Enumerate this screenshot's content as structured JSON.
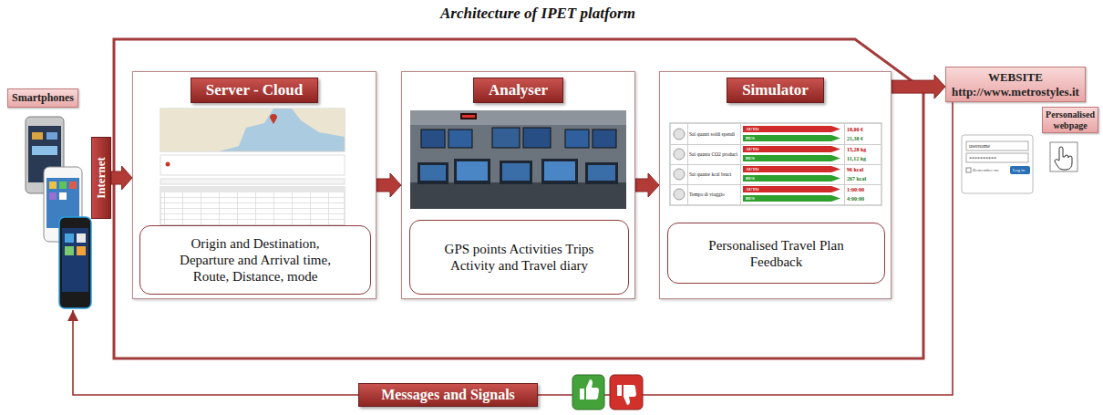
{
  "diagram": {
    "title": "Architecture of IPET platform",
    "nodes": [
      {
        "text": [
          "Smartphones"
        ]
      },
      {
        "text": [
          "Internet"
        ]
      },
      {
        "text": [
          "Server - Cloud"
        ]
      },
      {
        "text": [
          "Origin and Destination, Departure and Arrival time, Route, Distance, mode"
        ],
        "in": 2
      },
      {
        "text": [
          "Analyser"
        ]
      },
      {
        "text": [
          "GPS points Activities Trips Activity and Travel diary"
        ],
        "in": 4
      },
      {
        "text": [
          "Simulator"
        ]
      },
      {
        "text": [
          "Personalised Travel Plan Feedback"
        ],
        "in": 6
      },
      {
        "text": [
          "WEBSITE http://www.metrostyles.it"
        ]
      },
      {
        "text": [
          "Personalised webpage"
        ]
      },
      {
        "text": [
          "Messages and Signals"
        ]
      }
    ],
    "edges": [
      {
        "from": 1,
        "to": 2,
        "arrow": "to"
      },
      {
        "from": 2,
        "to": 4,
        "arrow": "to"
      },
      {
        "from": 4,
        "to": 6,
        "arrow": "to"
      },
      {
        "from": 6,
        "to": 8,
        "arrow": "to"
      },
      {
        "from": 8,
        "to": 10,
        "arrow": "none"
      },
      {
        "from": 10,
        "to": 0,
        "arrow": "to"
      }
    ],
    "labels": [
      "Sai quanti soldi spendi",
      "AUTO",
      "BUS",
      "18,00 €",
      "21,38 €",
      "Sai quanta CO2 produci",
      "AUTO",
      "BUS",
      "15,28 kg",
      "11,12 kg",
      "Sai quante kcal bruci",
      "AUTO",
      "BUS",
      "96 kcal",
      "267 kcal",
      "Tempo di viaggio",
      "AUTO",
      "BUS",
      "1:00:00",
      "4:00:00",
      "username",
      "**********",
      "Remember me",
      "Log in"
    ]
  }
}
